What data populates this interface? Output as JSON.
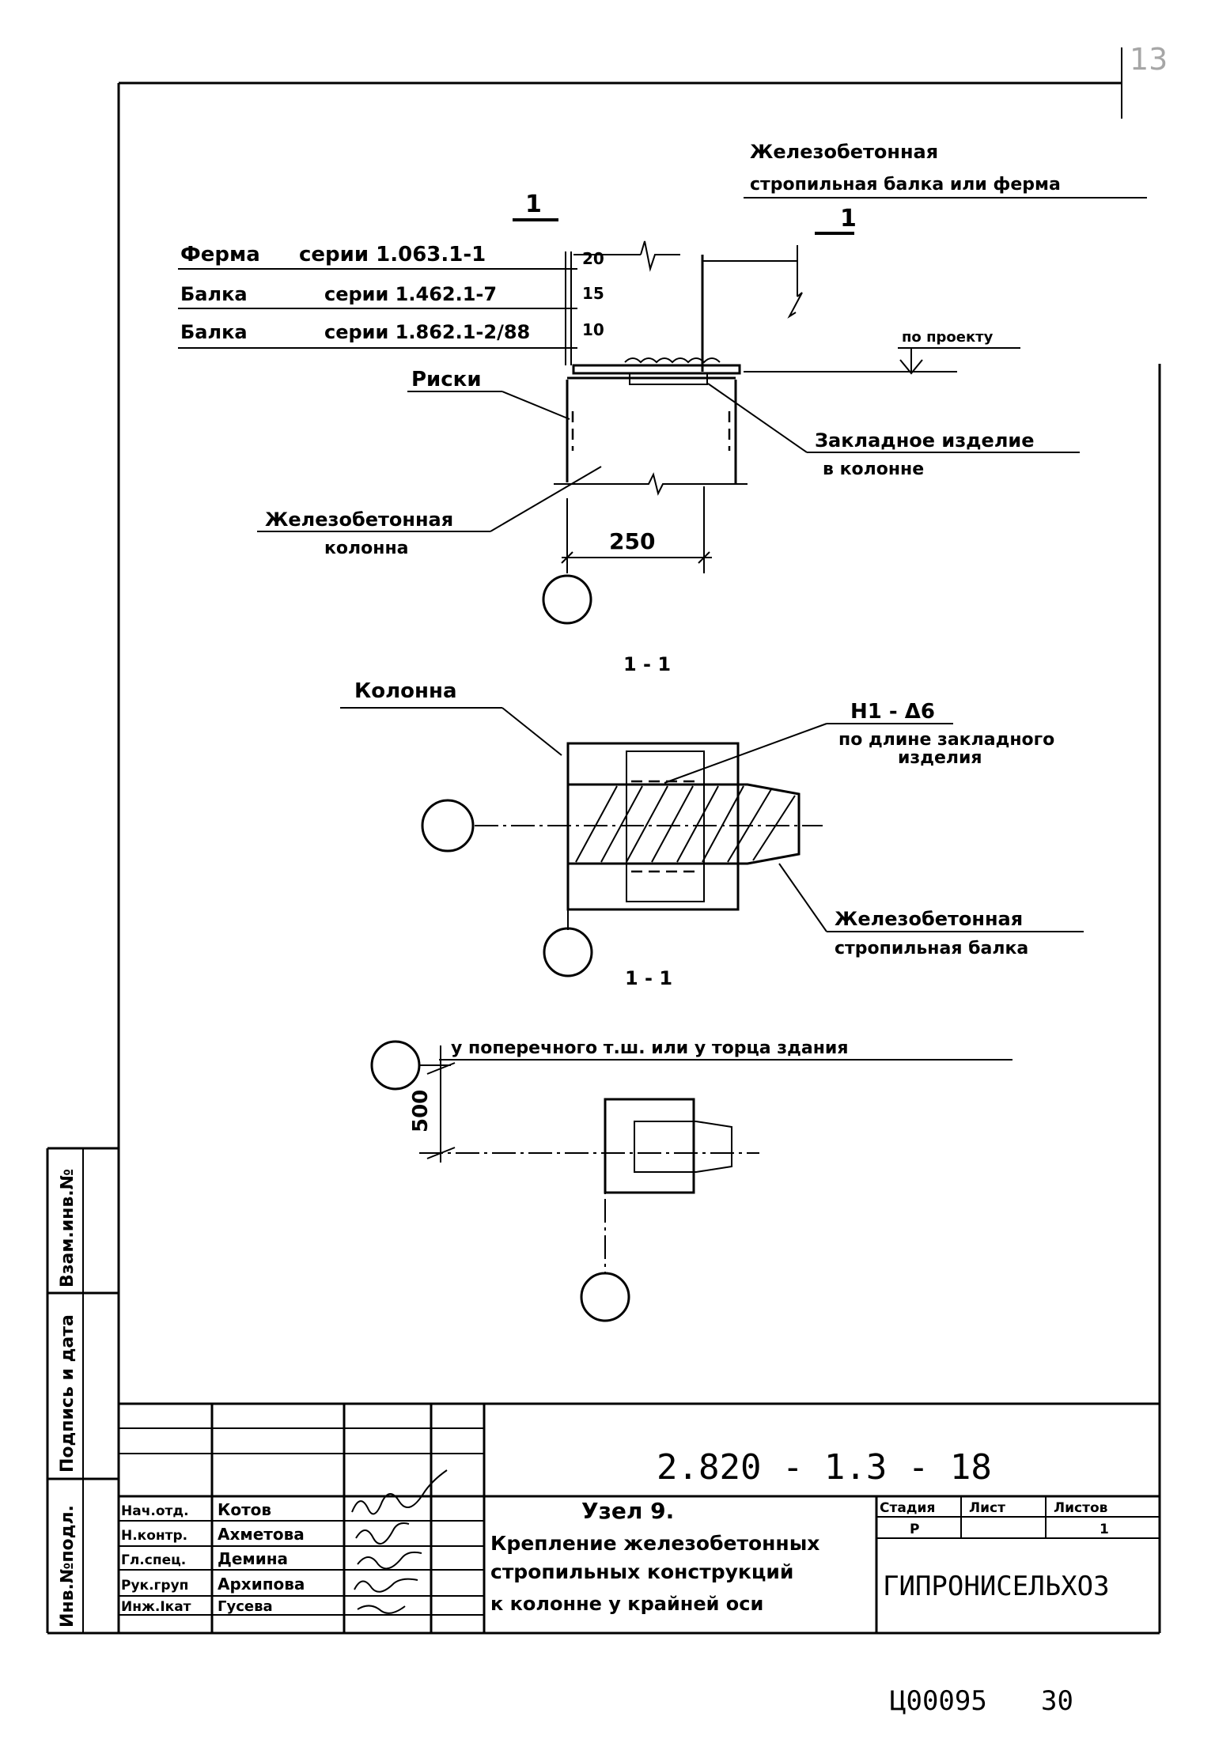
{
  "drawing": {
    "page_corner_mark": "13",
    "top_labels": {
      "section_mark_1": "1",
      "section_mark_2": "1",
      "rafter_label_line1": "Железобетонная",
      "rafter_label_line2": "стропильная балка или ферма",
      "series_rows": [
        {
          "prefix": "Ферма",
          "text": "серии 1.063.1-1",
          "dim": "20"
        },
        {
          "prefix": "Балка",
          "text": "серии 1.462.1-7",
          "dim": "15"
        },
        {
          "prefix": "Балка",
          "text": "серии 1.862.1-2/88",
          "dim": "10"
        }
      ],
      "by_project": "по проекту",
      "marks_label": "Риски",
      "embedded_label_line1": "Закладное изделие",
      "embedded_label_line2": "в колонне",
      "column_label_line1": "Железобетонная",
      "column_label_line2": "колонна",
      "dim_250": "250"
    },
    "plan": {
      "section_title": "1 - 1",
      "column_label": "Колонна",
      "weld_label": "Н1 - Δ6",
      "weld_note_line1": "по длине закладного",
      "weld_note_line2": "изделия",
      "beam_label_line1": "Железобетонная",
      "beam_label_line2": "стропильная балка"
    },
    "location": {
      "section_title": "1 - 1",
      "note": "у поперечного т.ш. или у торца здания",
      "dim_500": "500"
    },
    "side_stamp": {
      "col1": "Инв.№подл.",
      "col2": "Подпись и дата",
      "col3": "Взам.инв.№"
    },
    "title_block": {
      "doc_number": "2.820 - 1.3 - 18",
      "roles": [
        {
          "role": "Нач.отд.",
          "name": "Котов"
        },
        {
          "role": "Н.контр.",
          "name": "Ахметова"
        },
        {
          "role": "Гл.спец.",
          "name": "Демина"
        },
        {
          "role": "Рук.груп",
          "name": "Архипова"
        },
        {
          "role": "Инж.Iкат",
          "name": "Гусева"
        }
      ],
      "title_line1": "Узел 9.",
      "title_line2": "Крепление железобетонных",
      "title_line3": "стропильных конструкций",
      "title_line4": "к колонне у крайней оси",
      "stage_header": "Стадия",
      "sheet_header": "Лист",
      "sheets_header": "Листов",
      "stage_value": "Р",
      "sheet_value": "",
      "sheets_value": "1",
      "organization": "ГИПРОНИСЕЛЬХОЗ"
    },
    "footer": {
      "archive_code": "Ц00095",
      "page_number": "30"
    }
  }
}
